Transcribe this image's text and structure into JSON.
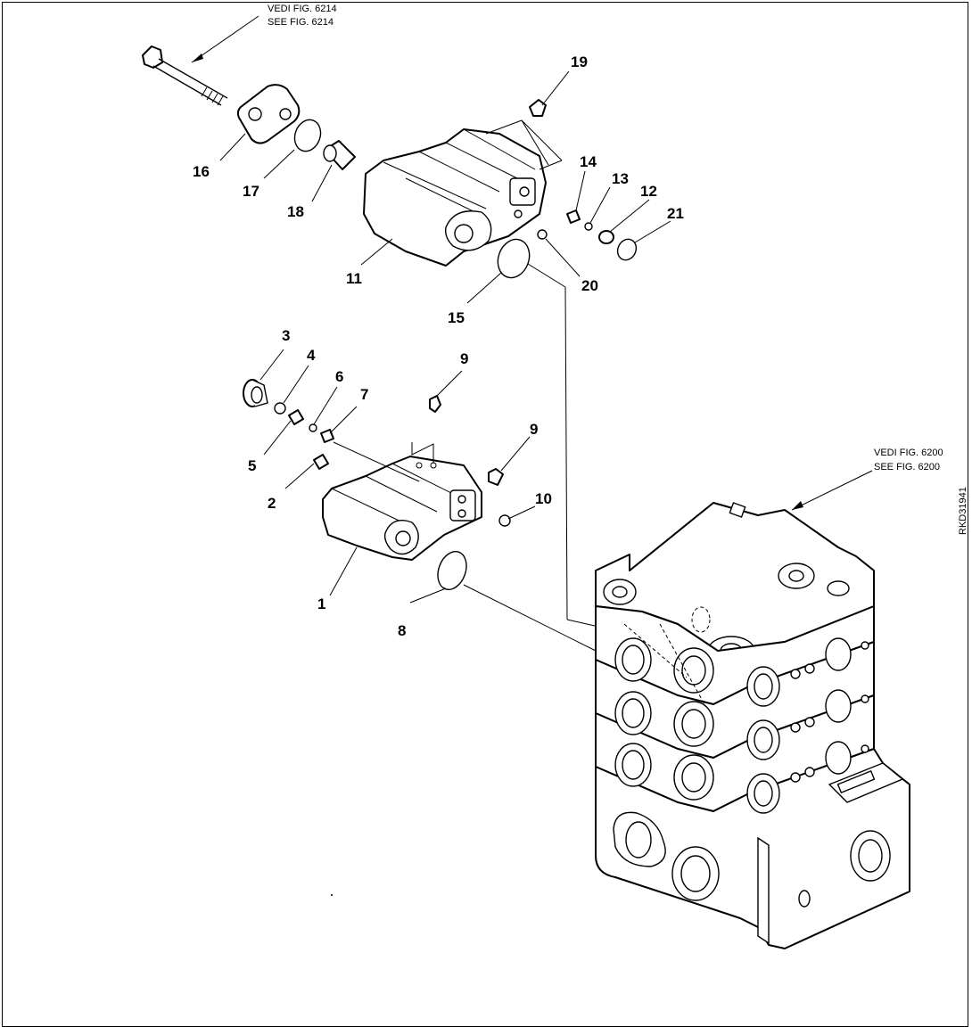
{
  "references": {
    "top_it": "VEDI FIG. 6214",
    "top_en": "SEE FIG. 6214",
    "right_it": "VEDI FIG. 6200",
    "right_en": "SEE FIG. 6200"
  },
  "drawing_code": "RKD31941",
  "callouts": {
    "c1": "1",
    "c2": "2",
    "c3": "3",
    "c4": "4",
    "c5": "5",
    "c6": "6",
    "c7": "7",
    "c8": "8",
    "c9a": "9",
    "c9b": "9",
    "c10": "10",
    "c11": "11",
    "c12": "12",
    "c13": "13",
    "c14": "14",
    "c15": "15",
    "c16": "16",
    "c17": "17",
    "c18": "18",
    "c19": "19",
    "c20": "20",
    "c21": "21"
  }
}
